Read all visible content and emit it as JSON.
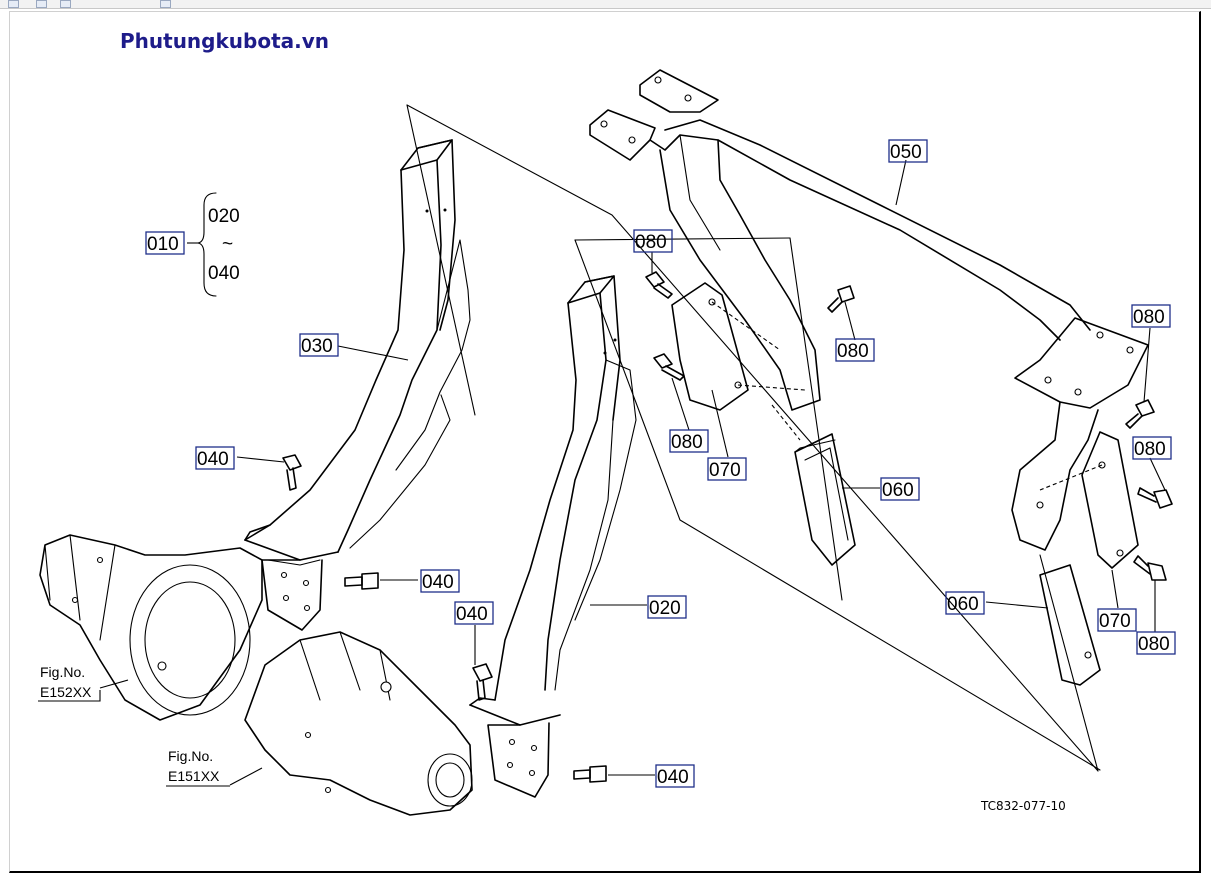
{
  "site": {
    "brand": "Phutungkubota.vn",
    "brand_color": "#1e1c8a"
  },
  "group": {
    "code": "010",
    "range_start": "020",
    "tilde": "~",
    "range_end": "040"
  },
  "parts": {
    "p030": "030",
    "p040_a": "040",
    "p040_b": "040",
    "p040_c": "040",
    "p040_d": "040",
    "p020": "020",
    "p050": "050",
    "p080_a": "080",
    "p080_b": "080",
    "p080_c": "080",
    "p080_d": "080",
    "p080_e": "080",
    "p080_f": "080",
    "p070_a": "070",
    "p070_b": "070",
    "p060_a": "060",
    "p060_b": "060"
  },
  "figure_refs": [
    {
      "line1": "Fig.No.",
      "line2": "E152XX"
    },
    {
      "line1": "Fig.No.",
      "line2": "E151XX"
    }
  ],
  "drawing_code": "TC832-077-10",
  "colors": {
    "label_box": "#1f2f8a",
    "line": "#000000"
  }
}
